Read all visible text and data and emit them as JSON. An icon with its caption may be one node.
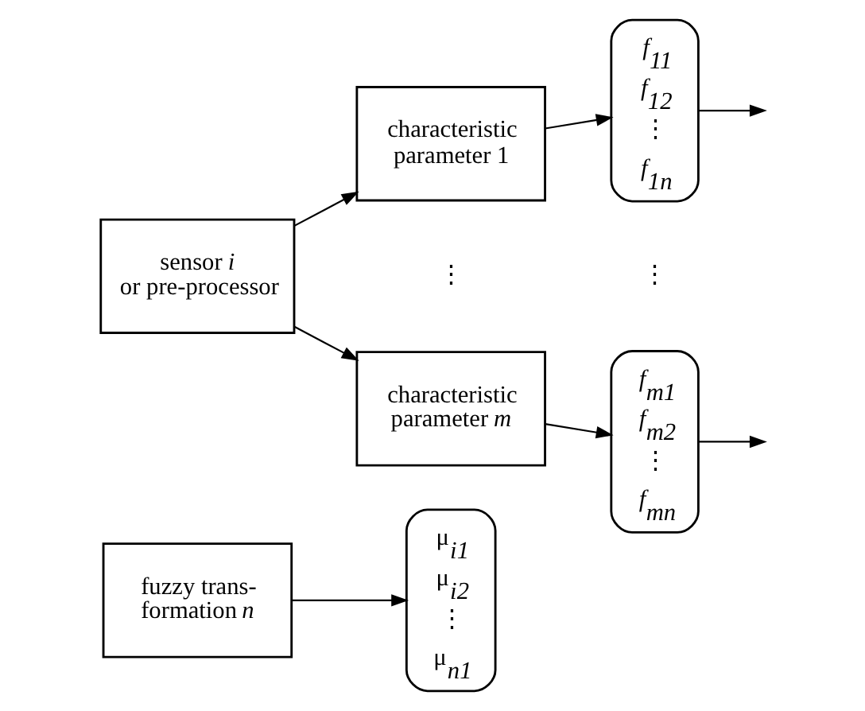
{
  "diagram": {
    "nodes": [
      {
        "text": [
          "sensor *i* or pre-processor"
        ]
      },
      {
        "text": [
          "characteristic parameter 1"
        ]
      },
      {
        "text": [
          "characteristic parameter *m*"
        ]
      },
      {
        "text": [
          "*f*$_{11}$",
          "*f*$_{12}$",
          "⋮",
          "*f*$_{1n}$"
        ]
      },
      {
        "text": [
          "*f*$_{m1}$",
          "*f*$_{m2}$",
          "⋮",
          "*f*$_{mn}$"
        ]
      },
      {
        "text": [
          "fuzzy trans- formation *n*"
        ]
      },
      {
        "text": [
          "μ$_{i1}$",
          "μ$_{i2}$",
          "⋮",
          "μ$_{n1}$"
        ]
      }
    ],
    "edges": [
      {
        "from": 0,
        "to": 1,
        "arrow": "to"
      },
      {
        "from": 0,
        "to": 2,
        "arrow": "to"
      },
      {
        "from": 1,
        "to": 3,
        "arrow": "to"
      },
      {
        "from": 2,
        "to": 4,
        "arrow": "to"
      },
      {
        "from": 3,
        "to": null,
        "arrow": "to"
      },
      {
        "from": 4,
        "to": null,
        "arrow": "to"
      },
      {
        "from": 5,
        "to": 6,
        "arrow": "to"
      }
    ],
    "labels": [
      "⋮",
      "⋮"
    ]
  }
}
